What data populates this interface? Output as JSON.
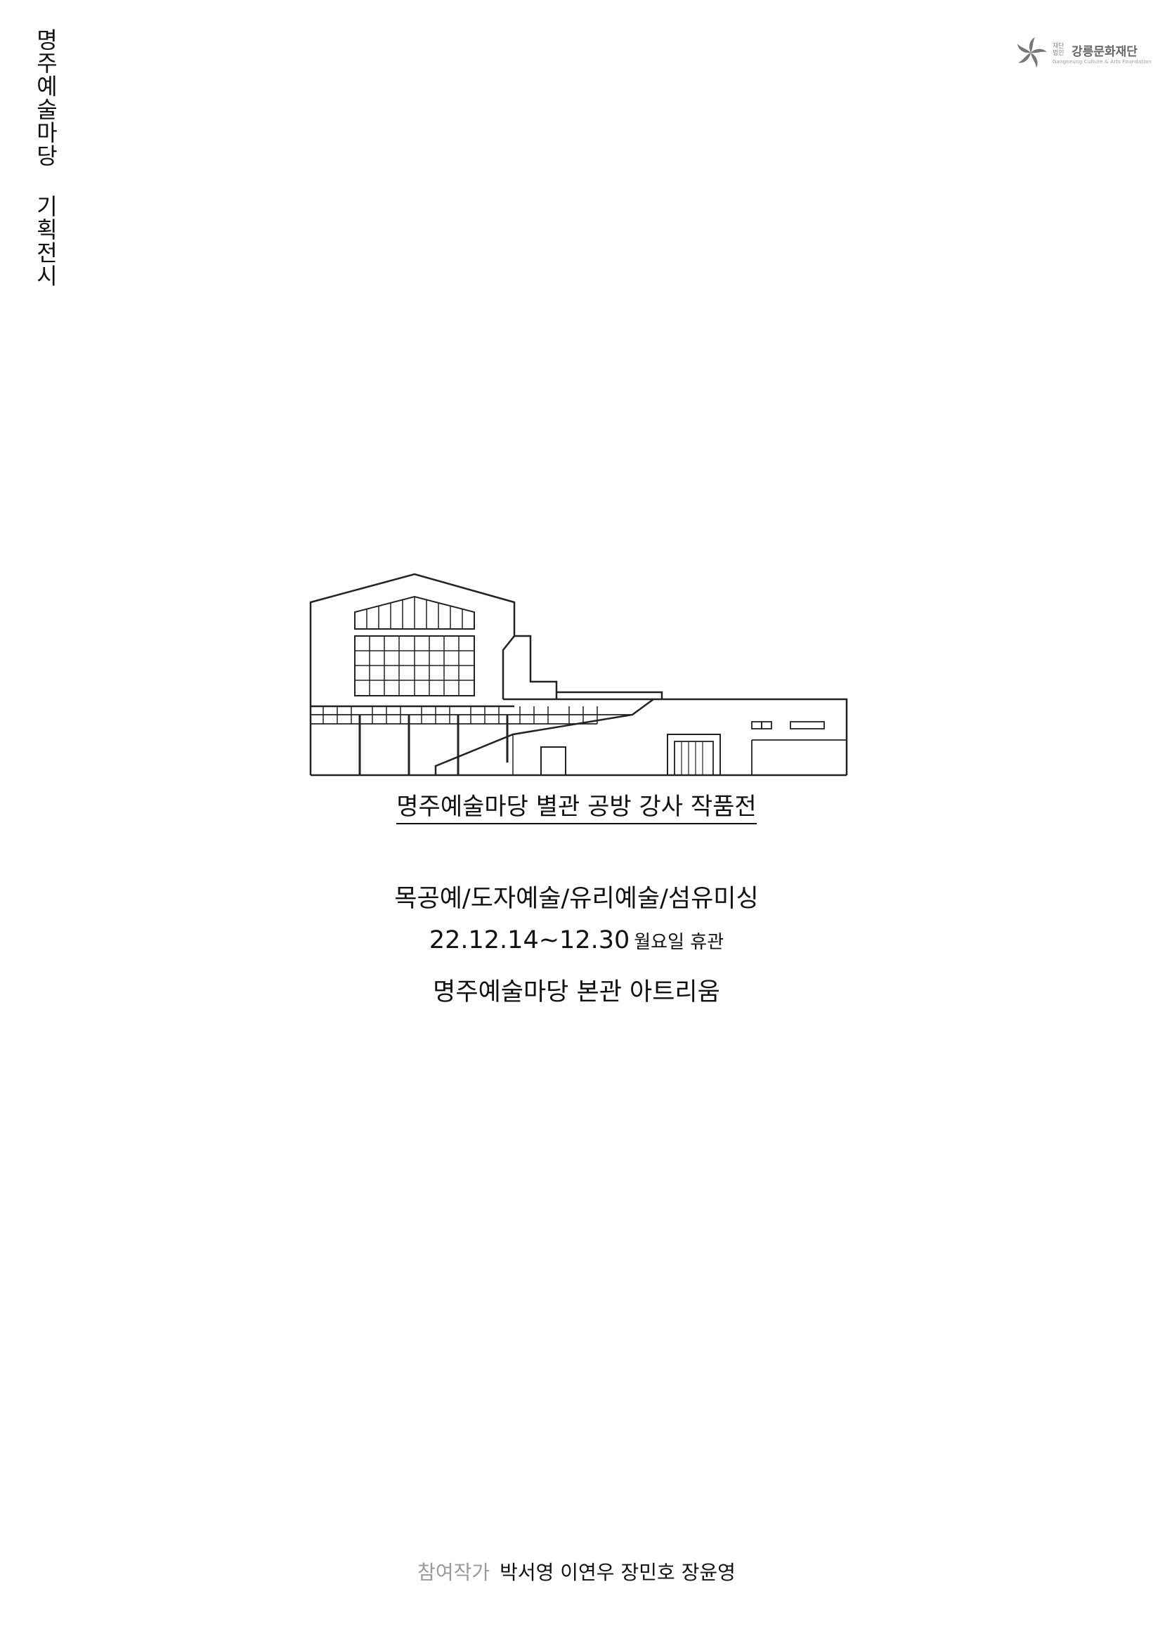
{
  "vertical_title": "명주예술마당 기획전시",
  "logo": {
    "prefix": "재단법인",
    "name": "강릉문화재단",
    "english": "Gangneung Culture & Arts Foundation",
    "color": "#666666"
  },
  "illustration": "building-line-drawing",
  "subtitle": "명주예술마당 별관 공방 강사 작품전",
  "categories": "목공예/도자예술/유리예술/섬유미싱",
  "dates": "22.12.14~12.30",
  "closed_note": "월요일 휴관",
  "venue": "명주예술마당 본관 아트리움",
  "artists": {
    "label": "참여작가",
    "names": "박서영 이연우 장민호 장윤영"
  }
}
